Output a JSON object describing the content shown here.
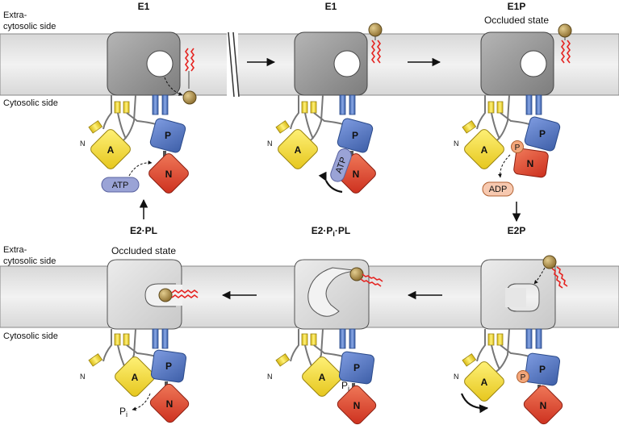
{
  "side_labels": {
    "top_extra_1": "Extra-",
    "top_extra_2": "cytosolic side",
    "top_cyto": "Cytosolic side",
    "bot_extra_1": "Extra-",
    "bot_extra_2": "cytosolic side",
    "bot_cyto": "Cytosolic side"
  },
  "states": {
    "e1a": "E1",
    "e1b": "E1",
    "e1p": "E1P",
    "e2p": "E2P",
    "e2pipl_main": "E2·P",
    "e2pipl_sub": "i",
    "e2pipl_tail": "·PL",
    "e2pl": "E2·PL"
  },
  "subtitles": {
    "occluded_top": "Occluded state",
    "occluded_bottom": "Occluded state"
  },
  "domains": {
    "a": "A",
    "p": "P",
    "n": "N",
    "n_terminus": "N"
  },
  "molecules": {
    "atp": "ATP",
    "adp": "ADP",
    "phospho": "P",
    "pi_main": "P",
    "pi_sub": "i"
  },
  "colors": {
    "membrane": "#e6e6e6",
    "e1_body": "#9a9a9a",
    "e2_body": "#d9d9d9",
    "a_domain": "#f7e24a",
    "p_domain": "#5a7cc4",
    "n_domain": "#e54b35",
    "lipid_head": "#a88b45",
    "lipid_tail": "#e52421",
    "atp": "#9aa3d6",
    "phospho": "#f3a67a"
  }
}
